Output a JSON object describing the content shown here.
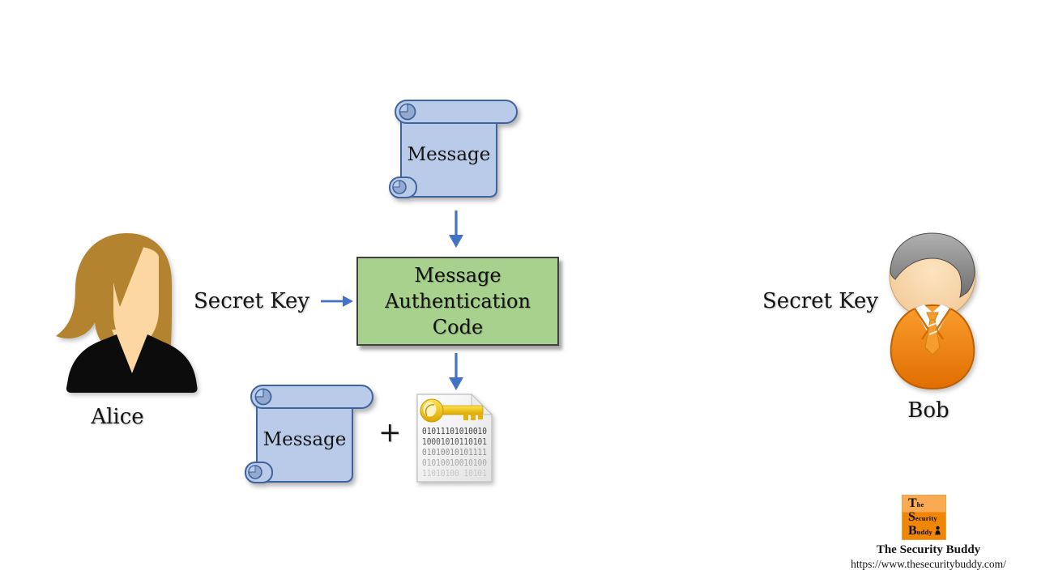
{
  "colors": {
    "background": "#ffffff",
    "arrow_blue": "#4472c4",
    "scroll_fill": "#b9cbe9",
    "scroll_border": "#3f639f",
    "mac_box_fill": "#a9d18e",
    "mac_box_border": "#414141",
    "key_yellow": "#f2c70f",
    "alice_hair": "#b3832f",
    "alice_suit": "#0c0c0c",
    "bob_suit": "#ee7d0c",
    "bob_hair": "#8f8f8f",
    "logo_orange_top": "#f9aa52",
    "logo_orange_bottom": "#ef8606"
  },
  "nodes": {
    "top_message_scroll": {
      "label": "Message"
    },
    "mac_box": {
      "line1": "Message",
      "line2": "Authentication",
      "line3": "Code"
    },
    "bottom_message_scroll": {
      "label": "Message"
    },
    "plus_operator": "+",
    "mac_document": {
      "binary_rows": [
        "01011101010010",
        "10001010110101",
        "01010010101111",
        "01010010010100",
        "11010100 10101"
      ]
    }
  },
  "labels": {
    "secret_key_left": "Secret Key",
    "secret_key_right": "Secret Key",
    "alice": "Alice",
    "bob": "Bob"
  },
  "branding": {
    "logo": {
      "line1_big": "T",
      "line1_small": "he",
      "line2_big": "S",
      "line2_small": "ecurity",
      "line3_big": "B",
      "line3_small": "uddy"
    },
    "name": "The Security Buddy",
    "url": "https://www.thesecuritybuddy.com/"
  }
}
